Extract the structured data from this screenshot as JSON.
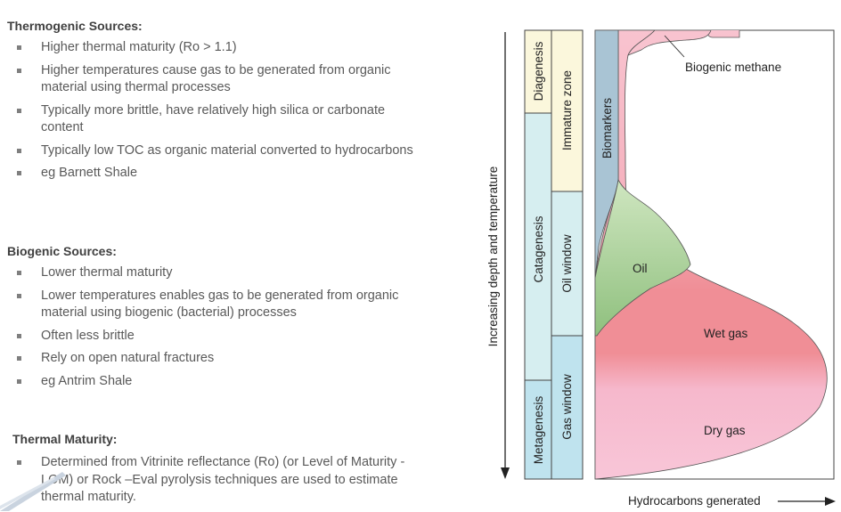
{
  "thermogenic": {
    "heading": "Thermogenic Sources:",
    "items": [
      "Higher thermal maturity (Ro > 1.1)",
      "Higher temperatures cause gas to be generated from organic material using thermal processes",
      "Typically more brittle, have relatively high silica or carbonate content",
      "Typically low TOC as organic material converted to hydrocarbons",
      "eg Barnett Shale"
    ]
  },
  "biogenic": {
    "heading": "Biogenic Sources:",
    "items": [
      "Lower thermal maturity",
      "Lower temperatures enables gas to be generated from organic material using biogenic (bacterial) processes",
      "Often less brittle",
      "Rely on open natural fractures",
      "eg Antrim Shale"
    ]
  },
  "thermal_maturity": {
    "heading": "Thermal Maturity:",
    "items": [
      "Determined from Vitrinite reflectance (Ro) (or Level of Maturity - LOM) or Rock –Eval pyrolysis techniques are used to estimate thermal maturity."
    ]
  },
  "diagram": {
    "y_axis_label": "Increasing depth and temperature",
    "x_axis_label": "Hydrocarbons generated",
    "stages": [
      "Diagenesis",
      "Catagenesis",
      "Metagenesis"
    ],
    "zones": [
      "Immature zone",
      "Oil window",
      "Gas window"
    ],
    "biomarkers_label": "Biomarkers",
    "products": [
      "Biogenic methane",
      "Oil",
      "Wet gas",
      "Dry gas"
    ],
    "colors": {
      "diagenesis": "#fbf7dc",
      "catagenesis": "#d6eef0",
      "metagenesis": "#bfe3ee",
      "biomarkers": "#a9c4d4",
      "oil": "#a8cf98",
      "gas_pink": "#f6b7c6",
      "wet_gas": "#f08e96"
    }
  }
}
